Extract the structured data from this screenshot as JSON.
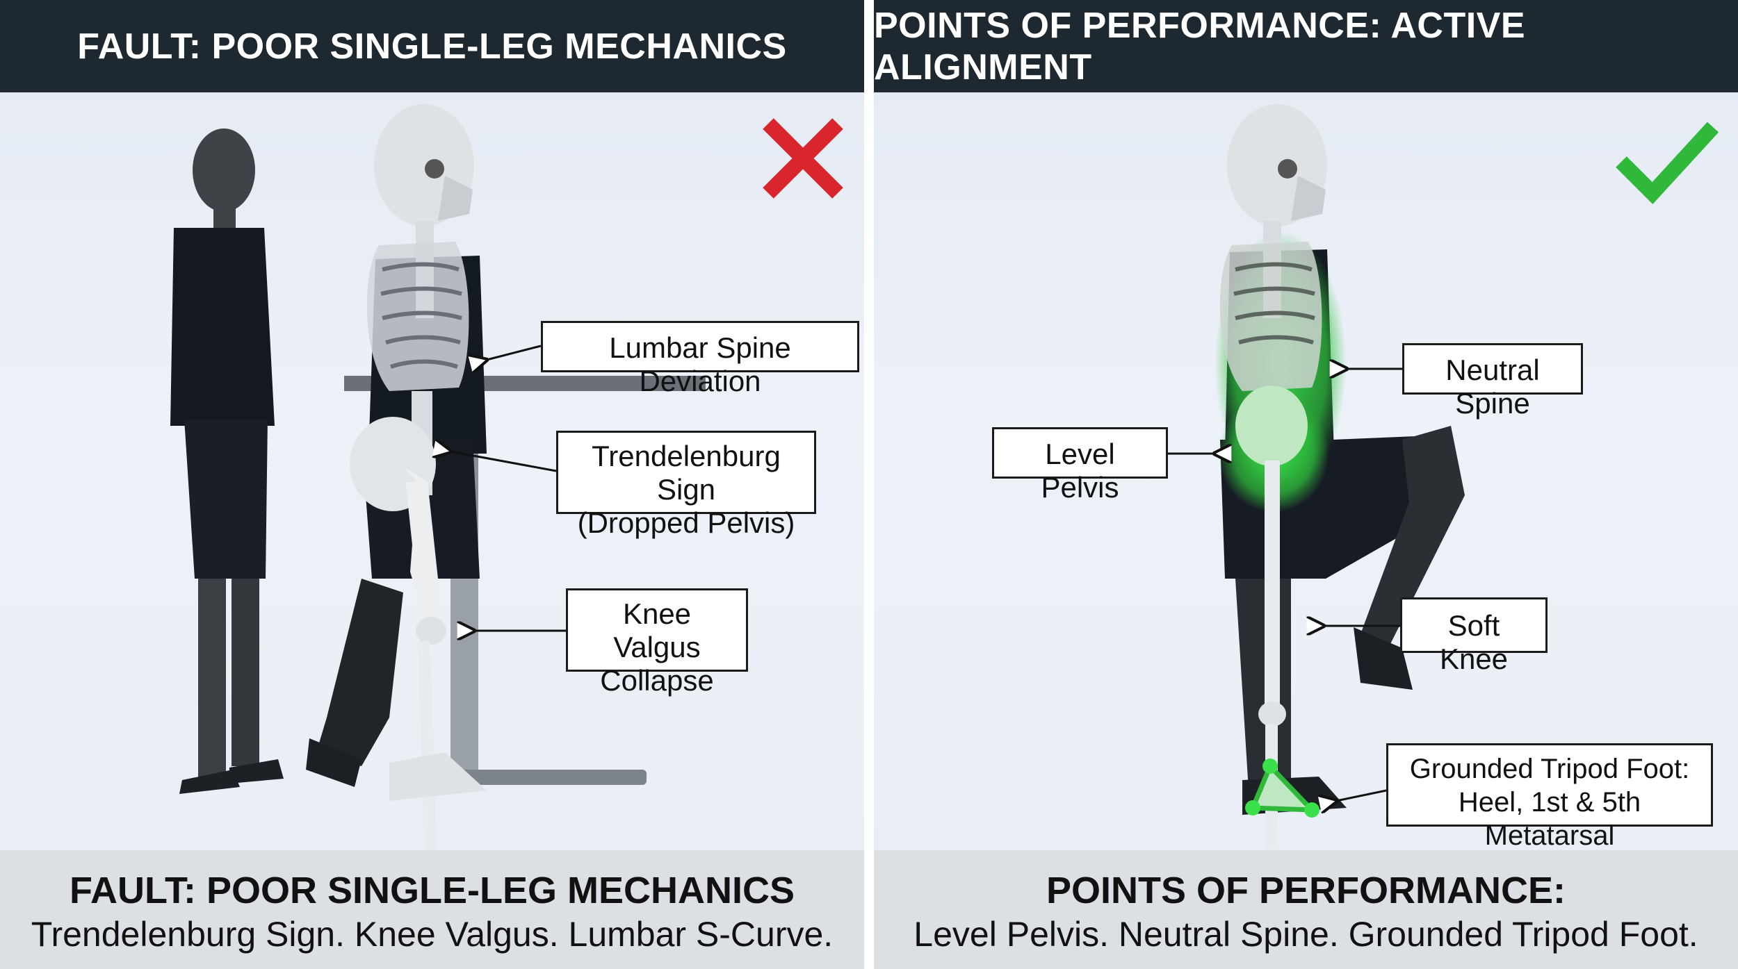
{
  "left_panel": {
    "header": "FAULT: POOR SINGLE-LEG MECHANICS",
    "labels": {
      "lumbar": "Lumbar Spine Deviation",
      "trendelenburg": "Trendelenburg Sign\n(Dropped Pelvis)",
      "knee": "Knee Valgus\nCollapse"
    },
    "footer_title": "FAULT: POOR SINGLE-LEG MECHANICS",
    "footer_text": "Trendelenburg Sign. Knee Valgus. Lumbar S-Curve.",
    "indicator_icon": "cross-icon"
  },
  "right_panel": {
    "header": "POINTS OF PERFORMANCE: ACTIVE ALIGNMENT",
    "labels": {
      "spine": "Neutral Spine",
      "pelvis": "Level Pelvis",
      "knee": "Soft Knee",
      "foot": "Grounded Tripod Foot:\nHeel, 1st & 5th Metatarsal"
    },
    "footer_title": "POINTS OF PERFORMANCE:",
    "footer_text": "Level Pelvis. Neutral Spine. Grounded Tripod Foot.",
    "indicator_icon": "check-icon"
  },
  "colors": {
    "header_bg": "#1e2830",
    "fault_red": "#d9262c",
    "good_green": "#2fb83a",
    "highlight_green": "#39e04a"
  }
}
